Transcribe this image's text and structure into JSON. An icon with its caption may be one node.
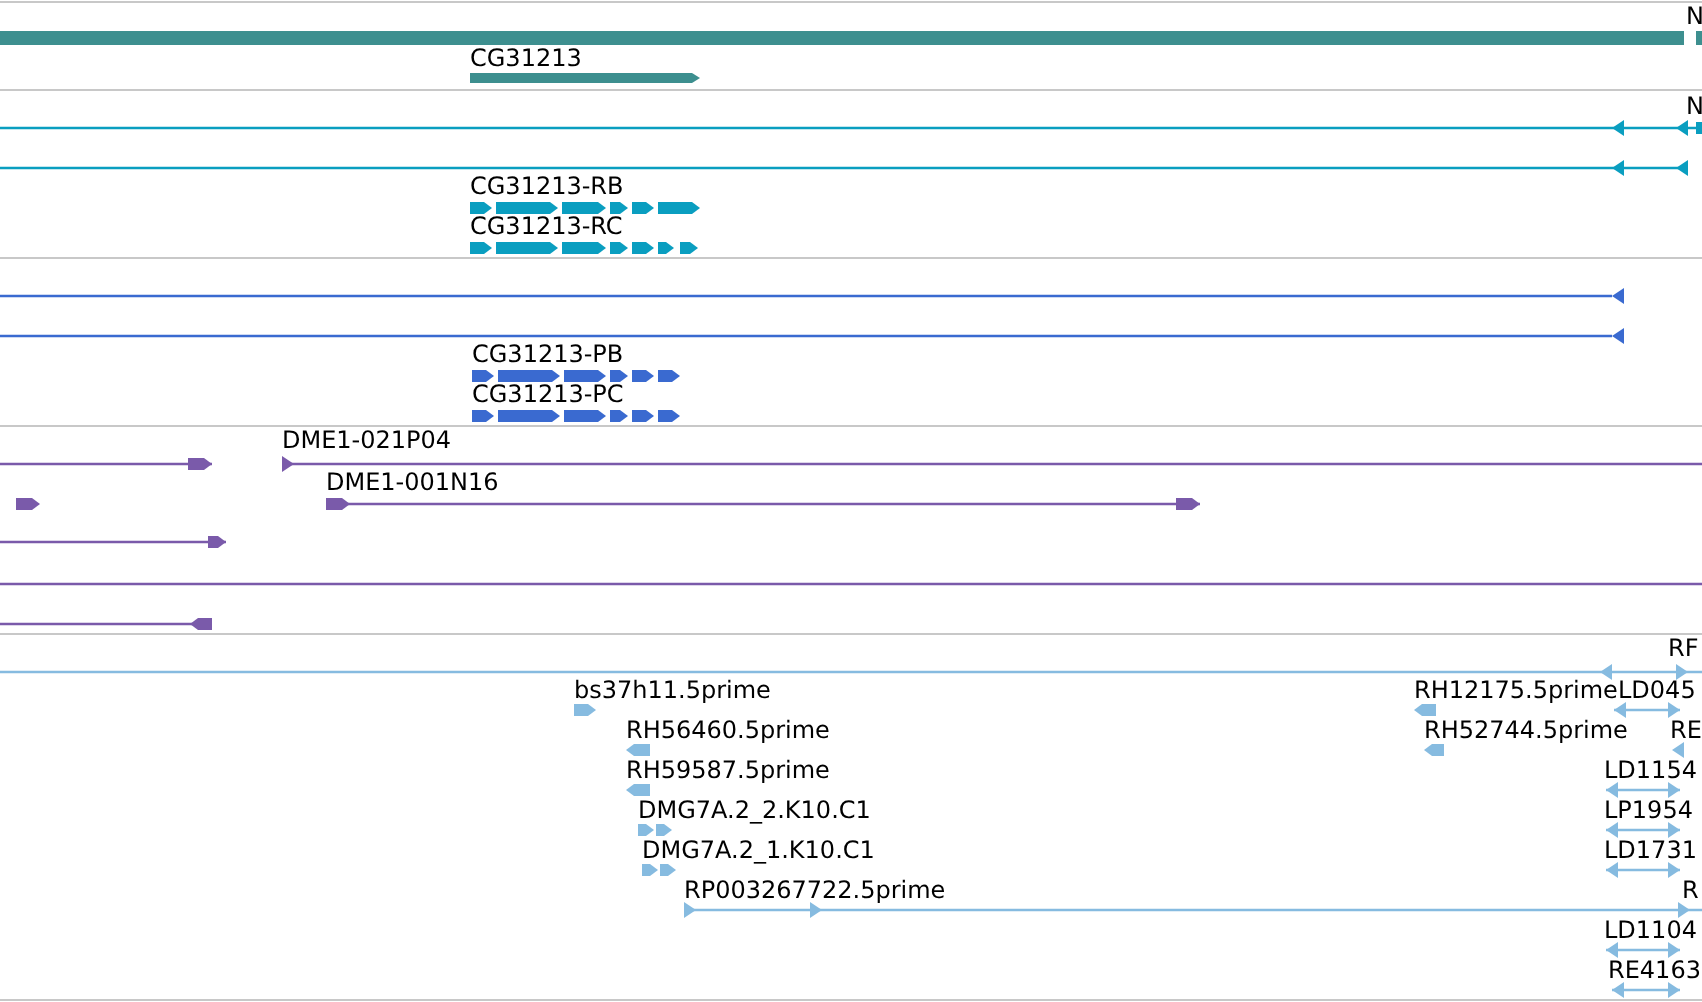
{
  "diagram": {
    "labels": [
      "N",
      "CG31213",
      "N",
      "CG31213-RB",
      "CG31213-RC",
      "CG31213-PB",
      "CG31213-PC",
      "DME1-021P04",
      "DME1-001N16",
      "RF",
      "bs37h11.5prime",
      "RH12175.5prime",
      "LD045",
      "RH56460.5prime",
      "RH52744.5prime",
      "RE",
      "RH59587.5prime",
      "LD1154",
      "DMG7A.2_2.K10.C1",
      "LP1954",
      "DMG7A.2_1.K10.C1",
      "LD1731",
      "RP003267722.5prime",
      "R",
      "LD1104",
      "RE4163"
    ]
  }
}
